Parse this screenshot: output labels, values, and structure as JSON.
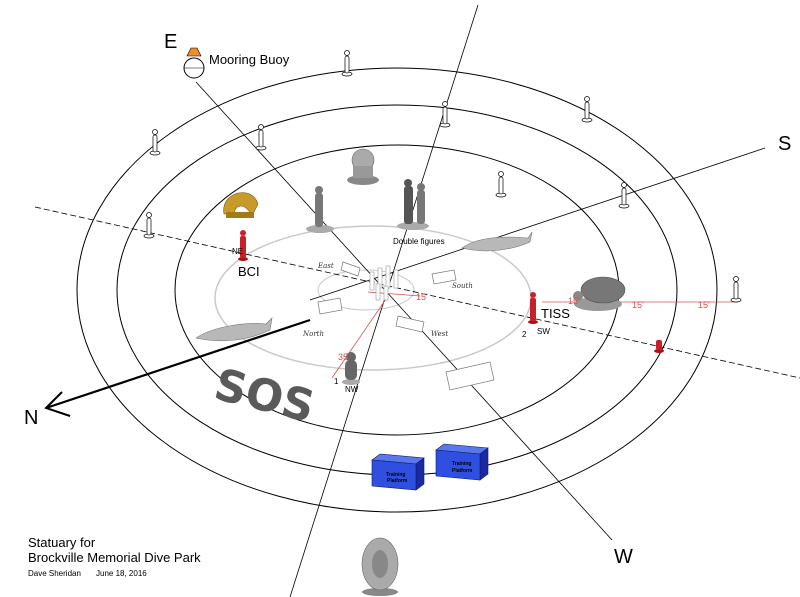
{
  "compass": {
    "north": "N",
    "south": "S",
    "east": "E",
    "west": "W"
  },
  "buoy": {
    "label": "Mooring Buoy"
  },
  "statues": {
    "double_figures": "Double figures",
    "bci": "BCI",
    "bci_tag": "NE",
    "tiss": "TISS",
    "tiss_marker_number": "2",
    "tiss_tag": "SW",
    "nw_marker_number": "1",
    "nw_tag": "NW"
  },
  "dimensions": {
    "d15a": "15'",
    "d15b": "15'",
    "d15c": "15'",
    "d15d": "15'",
    "d35": "35'"
  },
  "benches": {
    "east": "East",
    "south": "South",
    "north": "North",
    "west": "West"
  },
  "sos": "SOS",
  "platforms": {
    "label_line1": "Training",
    "label_line2": "Platform"
  },
  "title": {
    "line1": "Statuary for",
    "line2": "Brockville Memorial Dive Park",
    "author": "Dave Sheridan",
    "date": "June 18, 2016"
  }
}
